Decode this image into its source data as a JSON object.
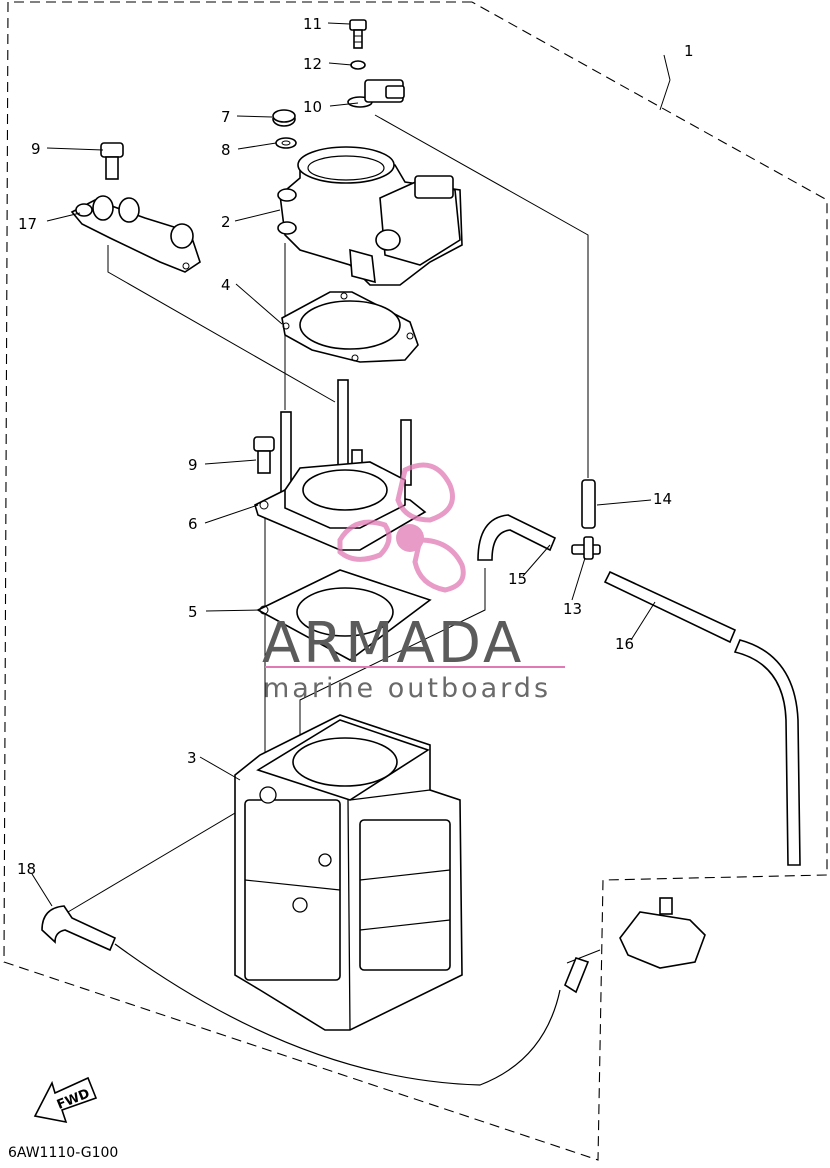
{
  "diagram": {
    "code": "6AW1110-G100",
    "fwd_label": "FWD",
    "callouts": [
      {
        "id": "c1",
        "label": "1"
      },
      {
        "id": "c2",
        "label": "2"
      },
      {
        "id": "c3",
        "label": "3"
      },
      {
        "id": "c4",
        "label": "4"
      },
      {
        "id": "c5",
        "label": "5"
      },
      {
        "id": "c6",
        "label": "6"
      },
      {
        "id": "c7",
        "label": "7"
      },
      {
        "id": "c8",
        "label": "8"
      },
      {
        "id": "c9a",
        "label": "9"
      },
      {
        "id": "c9b",
        "label": "9"
      },
      {
        "id": "c10",
        "label": "10"
      },
      {
        "id": "c11",
        "label": "11"
      },
      {
        "id": "c12",
        "label": "12"
      },
      {
        "id": "c13",
        "label": "13"
      },
      {
        "id": "c14",
        "label": "14"
      },
      {
        "id": "c15",
        "label": "15"
      },
      {
        "id": "c16",
        "label": "16"
      },
      {
        "id": "c17",
        "label": "17"
      },
      {
        "id": "c18",
        "label": "18"
      }
    ]
  },
  "watermark": {
    "brand": "ARMADA",
    "tagline": "marine outboards",
    "logo_color": "#e07ab4"
  }
}
